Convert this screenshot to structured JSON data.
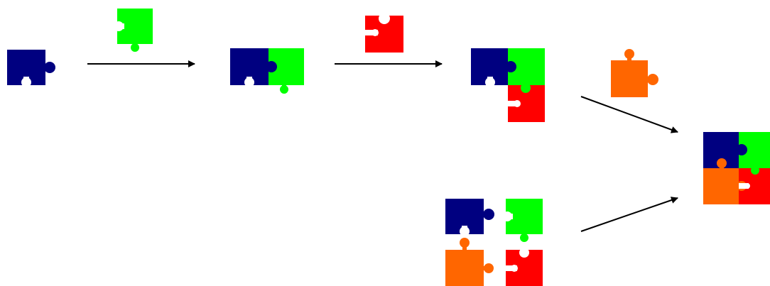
{
  "colors": {
    "blue": "#000080",
    "green": "#00ff00",
    "red": "#ff0000",
    "orange": "#ff6600",
    "arrow": "#000000",
    "background": "#ffffff"
  },
  "diagram": {
    "description_kind": "puzzle-assembly-flow",
    "steps": [
      {
        "id": "step1",
        "pieces": [
          "blue"
        ]
      },
      {
        "id": "add1",
        "pieces": [
          "green"
        ]
      },
      {
        "id": "step2",
        "pieces": [
          "blue",
          "green"
        ]
      },
      {
        "id": "add2",
        "pieces": [
          "red"
        ]
      },
      {
        "id": "step3",
        "pieces": [
          "blue",
          "green",
          "red"
        ]
      },
      {
        "id": "add3",
        "pieces": [
          "orange"
        ]
      },
      {
        "id": "final",
        "pieces": [
          "blue",
          "green",
          "orange",
          "red"
        ]
      },
      {
        "id": "separate",
        "pieces": [
          "blue",
          "green",
          "orange",
          "red"
        ]
      }
    ]
  }
}
